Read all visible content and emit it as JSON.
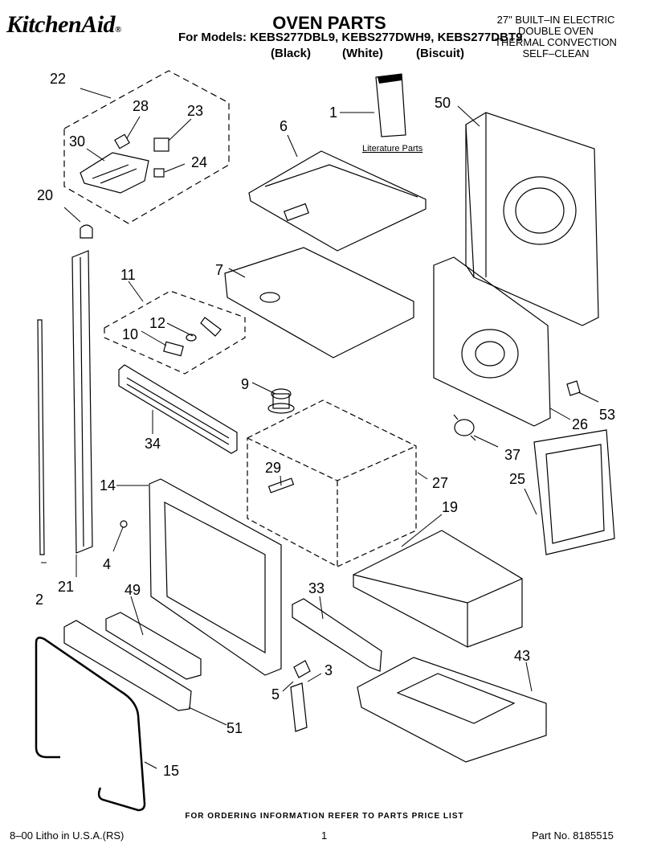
{
  "header": {
    "brand": "KitchenAid",
    "title": "OVEN PARTS",
    "models_line": "For Models: KEBS277DBL9, KEBS277DWH9, KEBS277DBT9",
    "colors": [
      "(Black)",
      "(White)",
      "(Biscuit)"
    ],
    "description": [
      "27\" BUILT–IN ELECTRIC",
      "DOUBLE OVEN",
      "THERMAL CONVECTION",
      "SELF–CLEAN"
    ]
  },
  "literature_label": "Literature Parts",
  "callouts": [
    "1",
    "2",
    "3",
    "4",
    "5",
    "6",
    "7",
    "9",
    "10",
    "11",
    "12",
    "14",
    "15",
    "19",
    "20",
    "21",
    "22",
    "23",
    "24",
    "25",
    "26",
    "27",
    "28",
    "29",
    "30",
    "33",
    "34",
    "37",
    "43",
    "49",
    "50",
    "51",
    "53"
  ],
  "footer": {
    "order_info": "FOR ORDERING INFORMATION REFER TO PARTS PRICE LIST",
    "litho": "8–00 Litho in U.S.A.(RS)",
    "page": "1",
    "part_no": "Part No. 8185515"
  }
}
